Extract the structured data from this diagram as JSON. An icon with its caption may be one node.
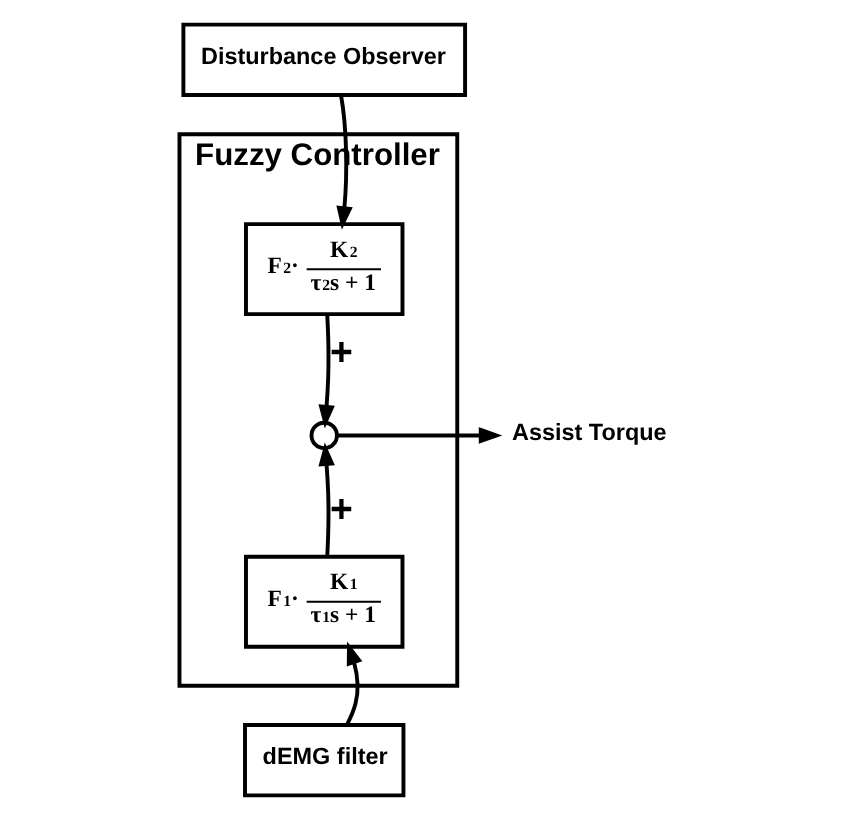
{
  "diagram": {
    "nodes": [
      {
        "text": [
          "Disturbance Observer"
        ]
      },
      {
        "text": [
          "Fuzzy Controller"
        ]
      },
      {
        "text": [
          "F$_{2}$·",
          "K$_{2}$",
          "τ$_{2}$s + 1"
        ],
        "in": 1
      },
      {
        "text": [],
        "shape": "circle",
        "in": 1
      },
      {
        "text": [
          "F$_{1}$·",
          "K$_{1}$",
          "τ$_{1}$s + 1"
        ],
        "in": 1
      },
      {
        "text": [
          "Assist Torque"
        ]
      },
      {
        "text": [
          "dEMG filter"
        ]
      }
    ],
    "edges": [
      {
        "from": 0,
        "to": 2,
        "arrow": "to"
      },
      {
        "from": 2,
        "to": 3,
        "arrow": "to",
        "label": "+"
      },
      {
        "from": 4,
        "to": 3,
        "arrow": "to",
        "label": "+"
      },
      {
        "from": 3,
        "to": 5,
        "arrow": "to"
      },
      {
        "from": 6,
        "to": 4,
        "arrow": "to"
      }
    ]
  }
}
